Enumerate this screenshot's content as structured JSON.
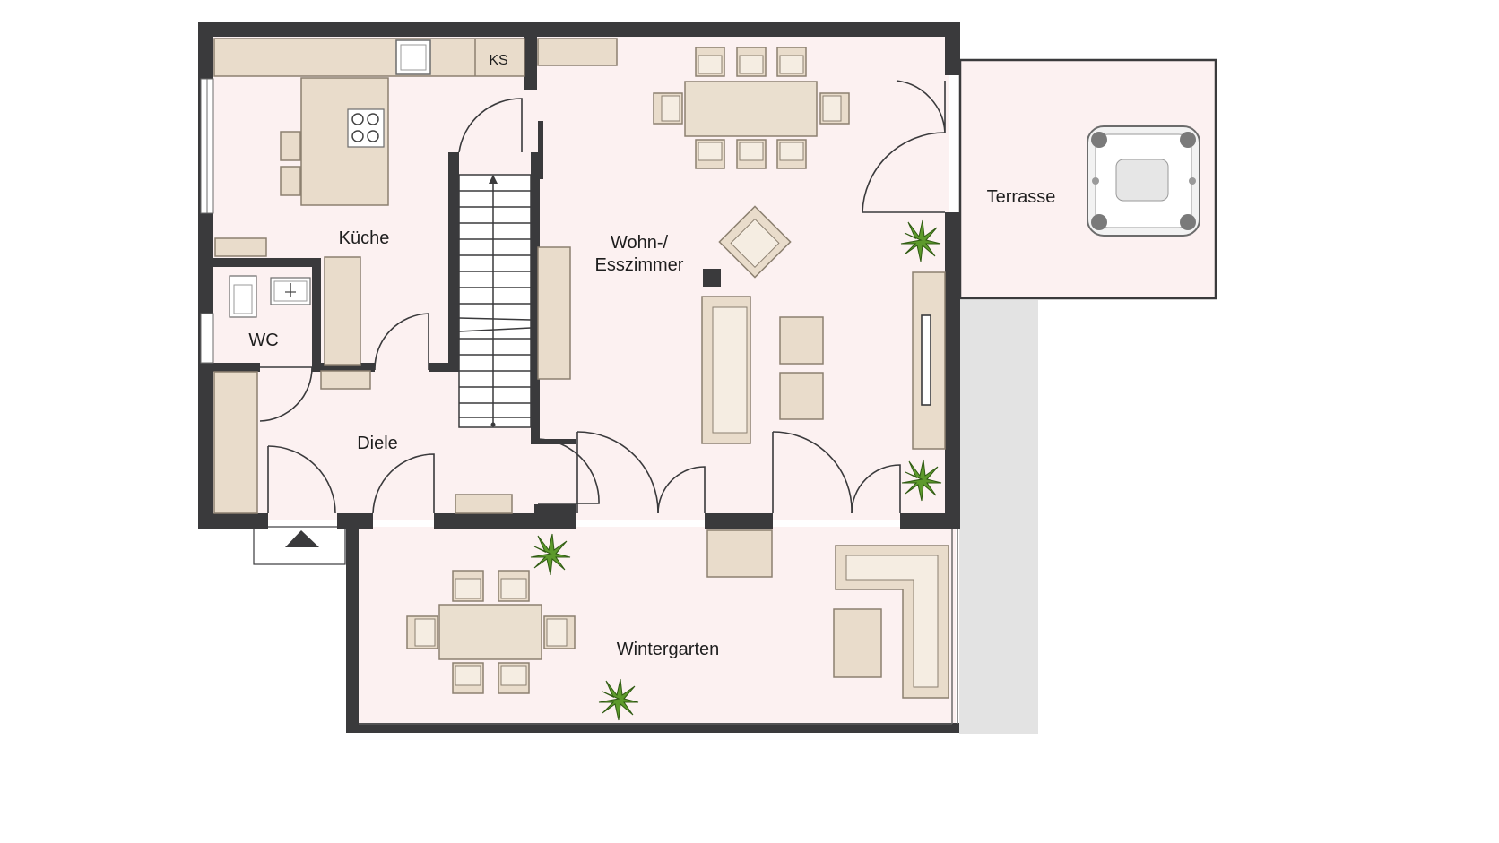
{
  "rooms": {
    "kueche": "Küche",
    "wc": "WC",
    "diele": "Diele",
    "wohn_line1": "Wohn-/",
    "wohn_line2": "Esszimmer",
    "terrasse": "Terrasse",
    "wintergarten": "Wintergarten",
    "ks": "KS"
  },
  "colors": {
    "floor": "#fcf1f1",
    "wall": "#3a3a3c",
    "furniture": "#e9dccb",
    "plant": "#5d9a2c",
    "outside_shade": "#e3e3e3"
  },
  "icons": [
    "entrance-arrow-icon",
    "plant-icon",
    "hot-tub-icon",
    "cooktop-icon",
    "sink-icon",
    "stair-arrow-icon"
  ]
}
